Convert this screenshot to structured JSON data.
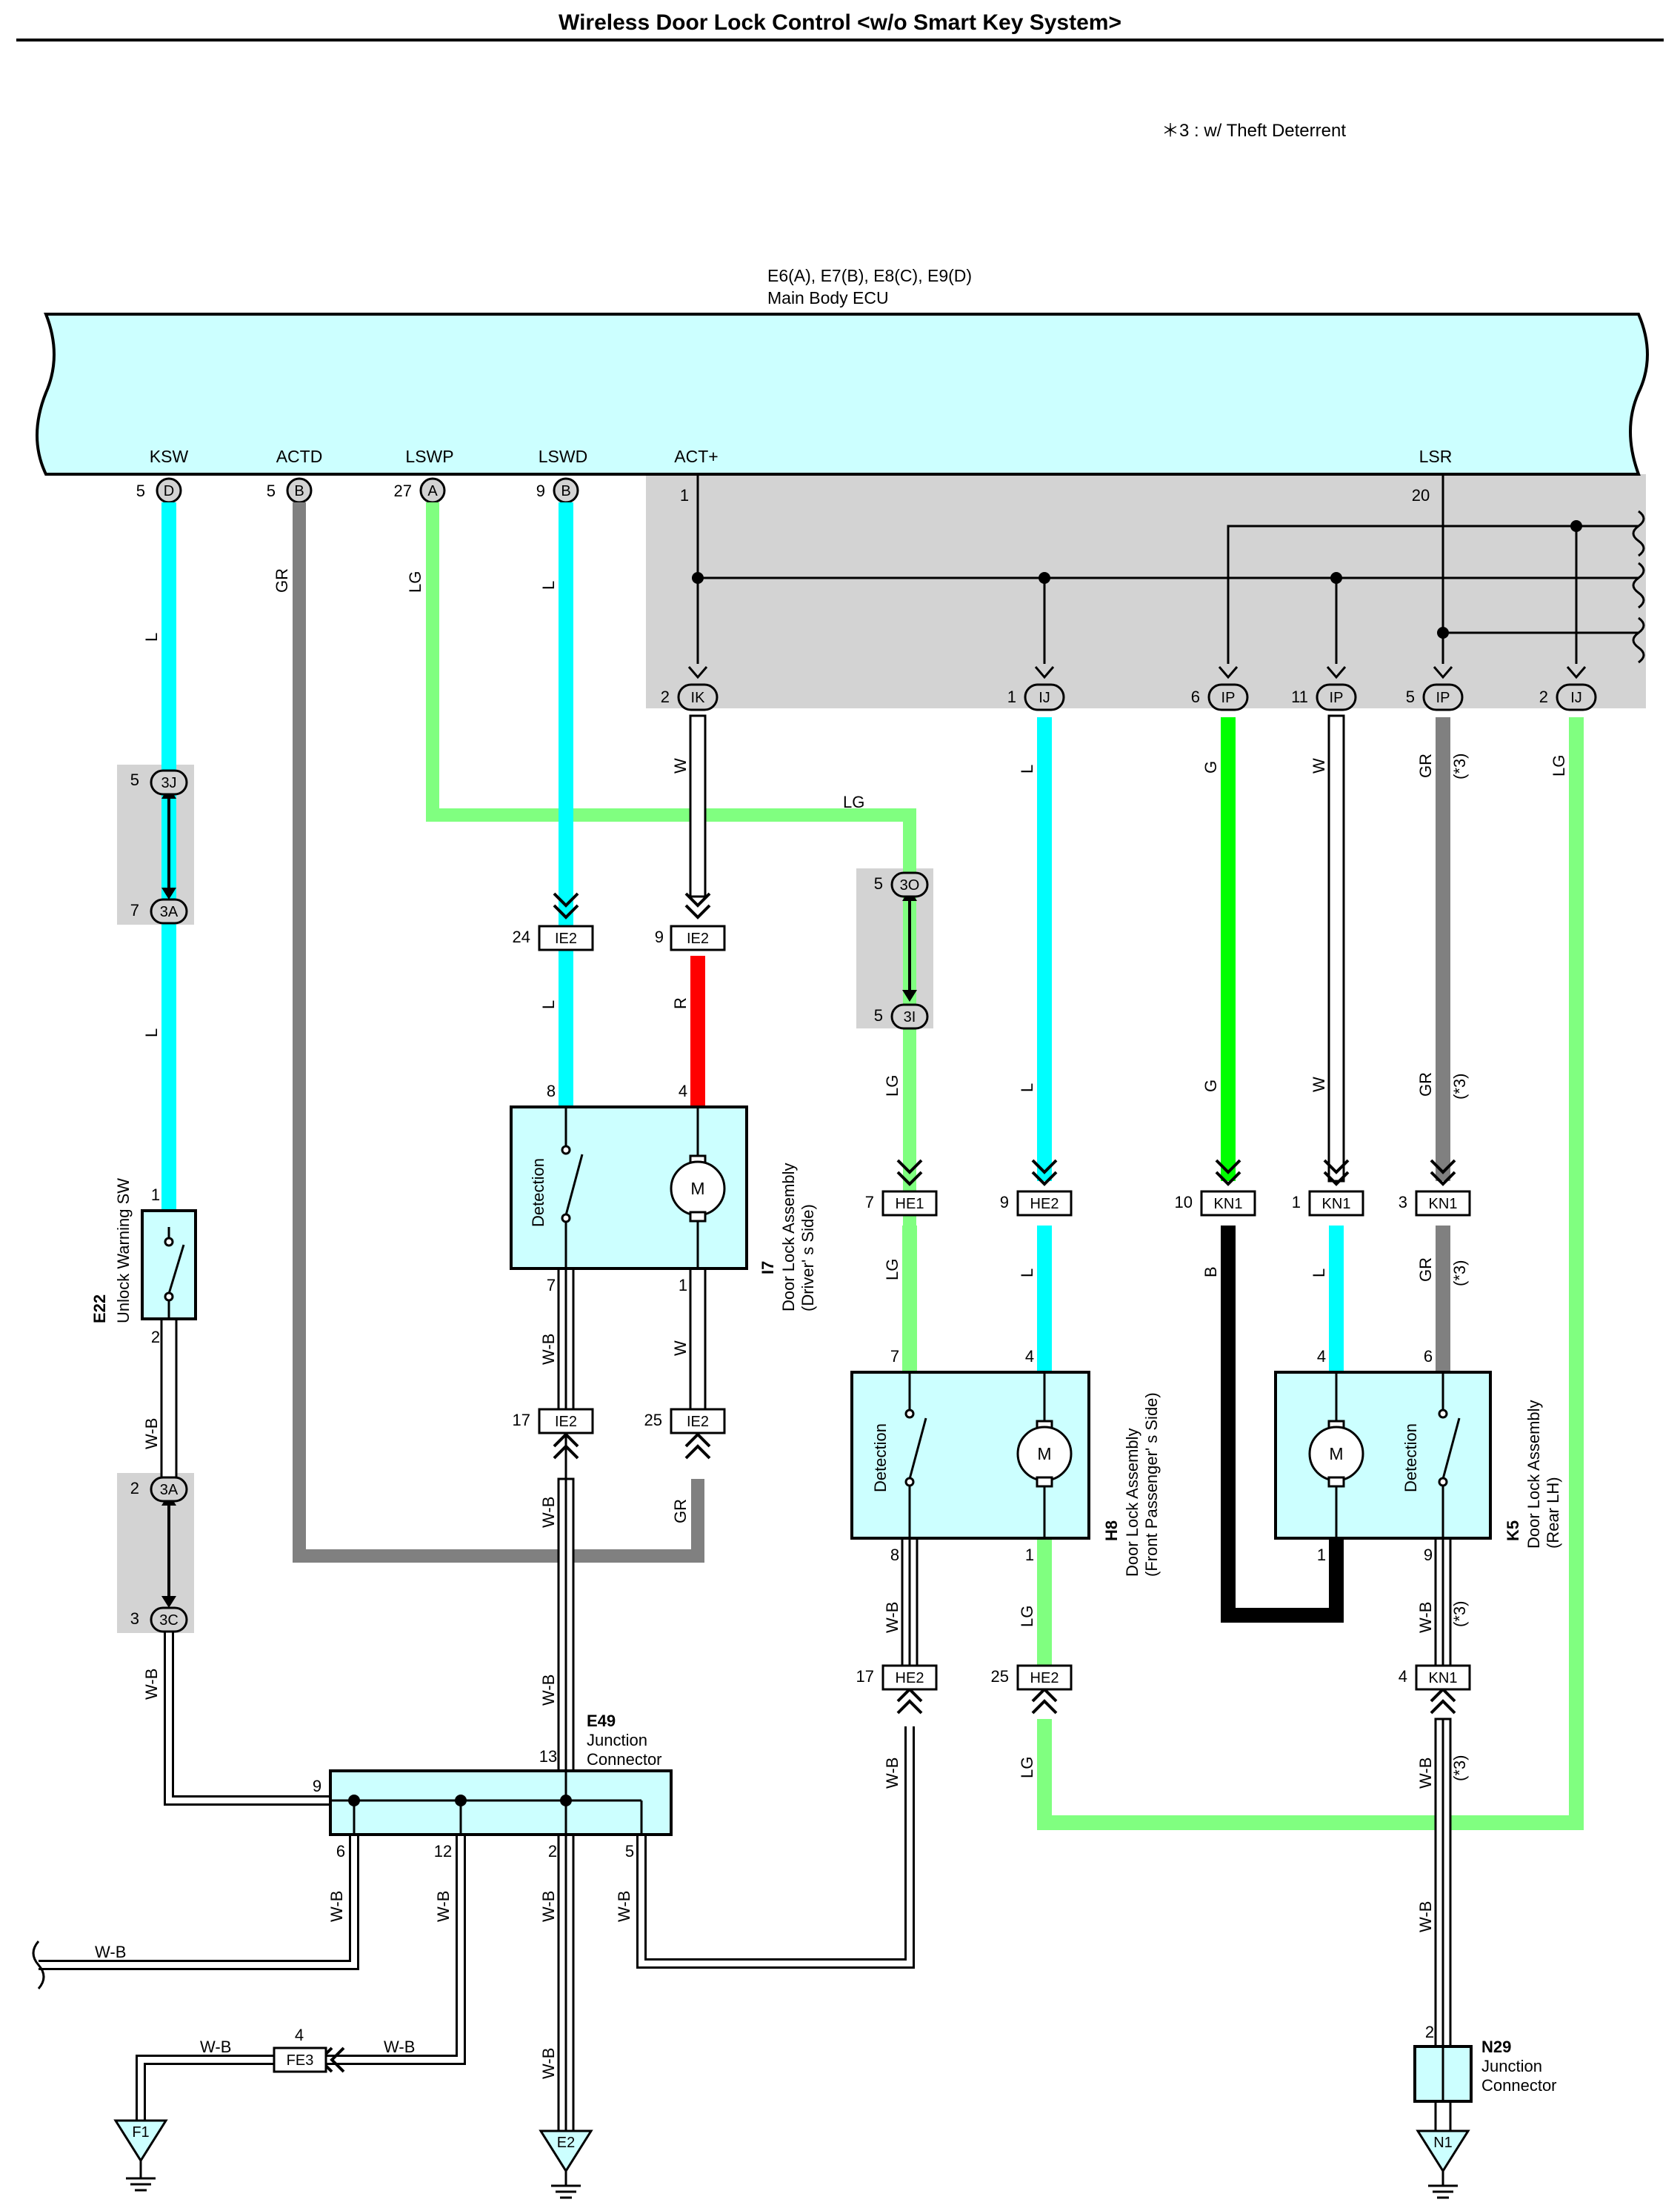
{
  "title": "Wireless Door Lock Control <w/o Smart Key System>",
  "note": "＊3 : w/ Theft Deterrent",
  "ecu": {
    "connectors": "E6(A), E7(B), E8(C), E9(D)",
    "name": "Main Body ECU",
    "terminals": [
      {
        "signal": "KSW",
        "pin": "5",
        "conn": "D"
      },
      {
        "signal": "ACTD",
        "pin": "5",
        "conn": "B"
      },
      {
        "signal": "LSWP",
        "pin": "27",
        "conn": "A"
      },
      {
        "signal": "LSWD",
        "pin": "9",
        "conn": "B"
      },
      {
        "signal": "ACT+",
        "pin": "1",
        "conn": ""
      },
      {
        "signal": "LSR",
        "pin": "20",
        "conn": ""
      }
    ]
  },
  "colors": {
    "L": "#00ffff",
    "LG": "#80ff80",
    "G": "#00ff00",
    "R": "#ff0000",
    "GR": "#808080",
    "B": "#000000",
    "W": "#ffffff",
    "W-B": "#ffffff",
    "component_fill": "#ccffff",
    "shade": "#d3d3d3"
  },
  "wire_labels": [
    "L",
    "GR",
    "LG",
    "L",
    "W",
    "L",
    "G",
    "W",
    "GR",
    "LG",
    "L",
    "R",
    "LG",
    "L",
    "G",
    "W",
    "GR",
    "LG",
    "L",
    "B",
    "L",
    "GR",
    "W-B",
    "W-B",
    "W",
    "GR",
    "W-B",
    "W-B",
    "LG",
    "W-B",
    "W-B",
    "W-B",
    "W-B",
    "W-B",
    "W-B",
    "W-B",
    "W-B",
    "W-B",
    "W-B",
    "LG",
    "LG"
  ],
  "star3": "(*3)",
  "inline_connectors": [
    {
      "pin": "2",
      "name": "IK"
    },
    {
      "pin": "1",
      "name": "IJ"
    },
    {
      "pin": "6",
      "name": "IP"
    },
    {
      "pin": "11",
      "name": "IP"
    },
    {
      "pin": "5",
      "name": "IP"
    },
    {
      "pin": "2",
      "name": "IJ"
    },
    {
      "pin": "5",
      "name": "3J"
    },
    {
      "pin": "7",
      "name": "3A"
    },
    {
      "pin": "5",
      "name": "3O"
    },
    {
      "pin": "5",
      "name": "3I"
    },
    {
      "pin": "2",
      "name": "3A"
    },
    {
      "pin": "3",
      "name": "3C"
    },
    {
      "pin": "24",
      "name": "IE2"
    },
    {
      "pin": "9",
      "name": "IE2"
    },
    {
      "pin": "17",
      "name": "IE2"
    },
    {
      "pin": "25",
      "name": "IE2"
    },
    {
      "pin": "7",
      "name": "HE1"
    },
    {
      "pin": "9",
      "name": "HE2"
    },
    {
      "pin": "17",
      "name": "HE2"
    },
    {
      "pin": "25",
      "name": "HE2"
    },
    {
      "pin": "10",
      "name": "KN1"
    },
    {
      "pin": "1",
      "name": "KN1"
    },
    {
      "pin": "3",
      "name": "KN1"
    },
    {
      "pin": "4",
      "name": "KN1"
    },
    {
      "pin": "4",
      "name": "FE3"
    }
  ],
  "components": {
    "e22": {
      "code": "E22",
      "name": "Unlock Warning SW",
      "pin_top": "1",
      "pin_bottom": "2"
    },
    "i7": {
      "code": "I7",
      "name": "Door Lock Assembly",
      "side": "(Driver' s Side)",
      "detection": "Detection",
      "motor": "M",
      "pins": [
        "8",
        "4",
        "7",
        "1"
      ]
    },
    "h8": {
      "code": "H8",
      "name": "Door Lock Assembly",
      "side": "(Front Passenger' s Side)",
      "detection": "Detection",
      "motor": "M",
      "pins": [
        "7",
        "4",
        "8",
        "1"
      ]
    },
    "k5": {
      "code": "K5",
      "name": "Door Lock Assembly",
      "side": "(Rear LH)",
      "detection": "Detection",
      "motor": "M",
      "pins": [
        "4",
        "6",
        "1",
        "9"
      ]
    },
    "e49": {
      "code": "E49",
      "name1": "Junction",
      "name2": "Connector",
      "pins": [
        "9",
        "13",
        "6",
        "12",
        "2",
        "5"
      ]
    },
    "n29": {
      "code": "N29",
      "name1": "Junction",
      "name2": "Connector",
      "pin": "2"
    }
  },
  "grounds": [
    "F1",
    "E2",
    "N1"
  ]
}
